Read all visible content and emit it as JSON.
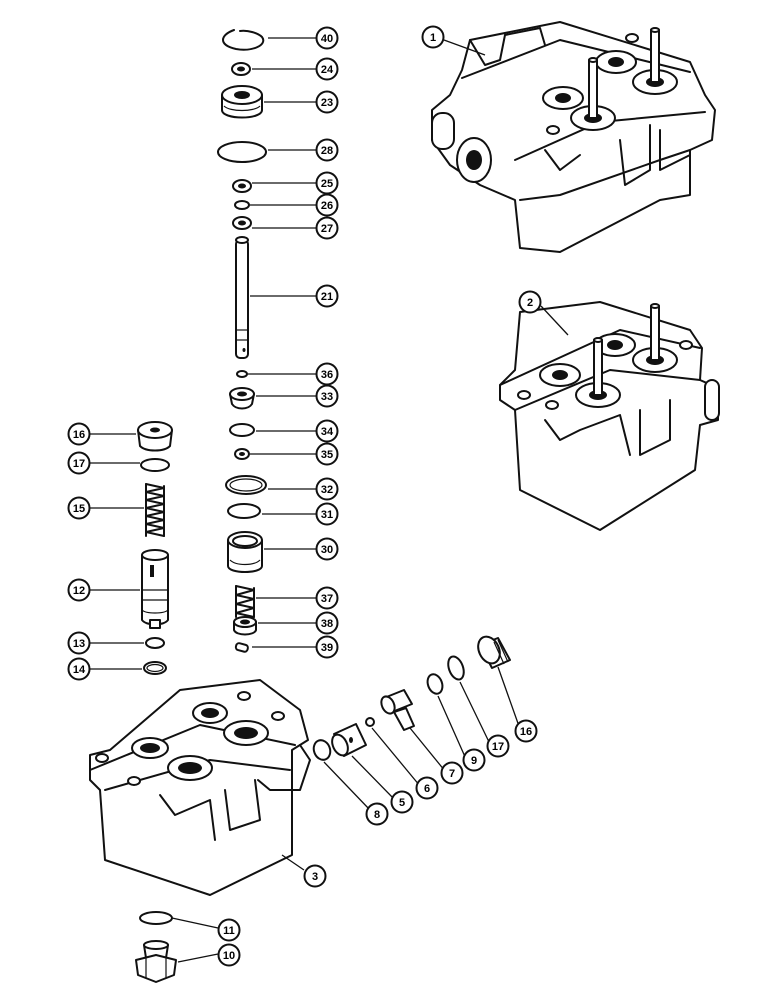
{
  "callouts": [
    {
      "id": "c40",
      "label": "40"
    },
    {
      "id": "c24",
      "label": "24"
    },
    {
      "id": "c23",
      "label": "23"
    },
    {
      "id": "c28",
      "label": "28"
    },
    {
      "id": "c25",
      "label": "25"
    },
    {
      "id": "c26",
      "label": "26"
    },
    {
      "id": "c27",
      "label": "27"
    },
    {
      "id": "c21",
      "label": "21"
    },
    {
      "id": "c36",
      "label": "36"
    },
    {
      "id": "c33",
      "label": "33"
    },
    {
      "id": "c34",
      "label": "34"
    },
    {
      "id": "c35",
      "label": "35"
    },
    {
      "id": "c32",
      "label": "32"
    },
    {
      "id": "c31",
      "label": "31"
    },
    {
      "id": "c30",
      "label": "30"
    },
    {
      "id": "c37",
      "label": "37"
    },
    {
      "id": "c38",
      "label": "38"
    },
    {
      "id": "c39",
      "label": "39"
    },
    {
      "id": "c16a",
      "label": "16"
    },
    {
      "id": "c17a",
      "label": "17"
    },
    {
      "id": "c15",
      "label": "15"
    },
    {
      "id": "c12",
      "label": "12"
    },
    {
      "id": "c13",
      "label": "13"
    },
    {
      "id": "c14",
      "label": "14"
    },
    {
      "id": "c1",
      "label": "1"
    },
    {
      "id": "c2",
      "label": "2"
    },
    {
      "id": "c3",
      "label": "3"
    },
    {
      "id": "c8",
      "label": "8"
    },
    {
      "id": "c5",
      "label": "5"
    },
    {
      "id": "c6",
      "label": "6"
    },
    {
      "id": "c7",
      "label": "7"
    },
    {
      "id": "c9",
      "label": "9"
    },
    {
      "id": "c17b",
      "label": "17"
    },
    {
      "id": "c16b",
      "label": "16"
    },
    {
      "id": "c11",
      "label": "11"
    },
    {
      "id": "c10",
      "label": "10"
    }
  ]
}
